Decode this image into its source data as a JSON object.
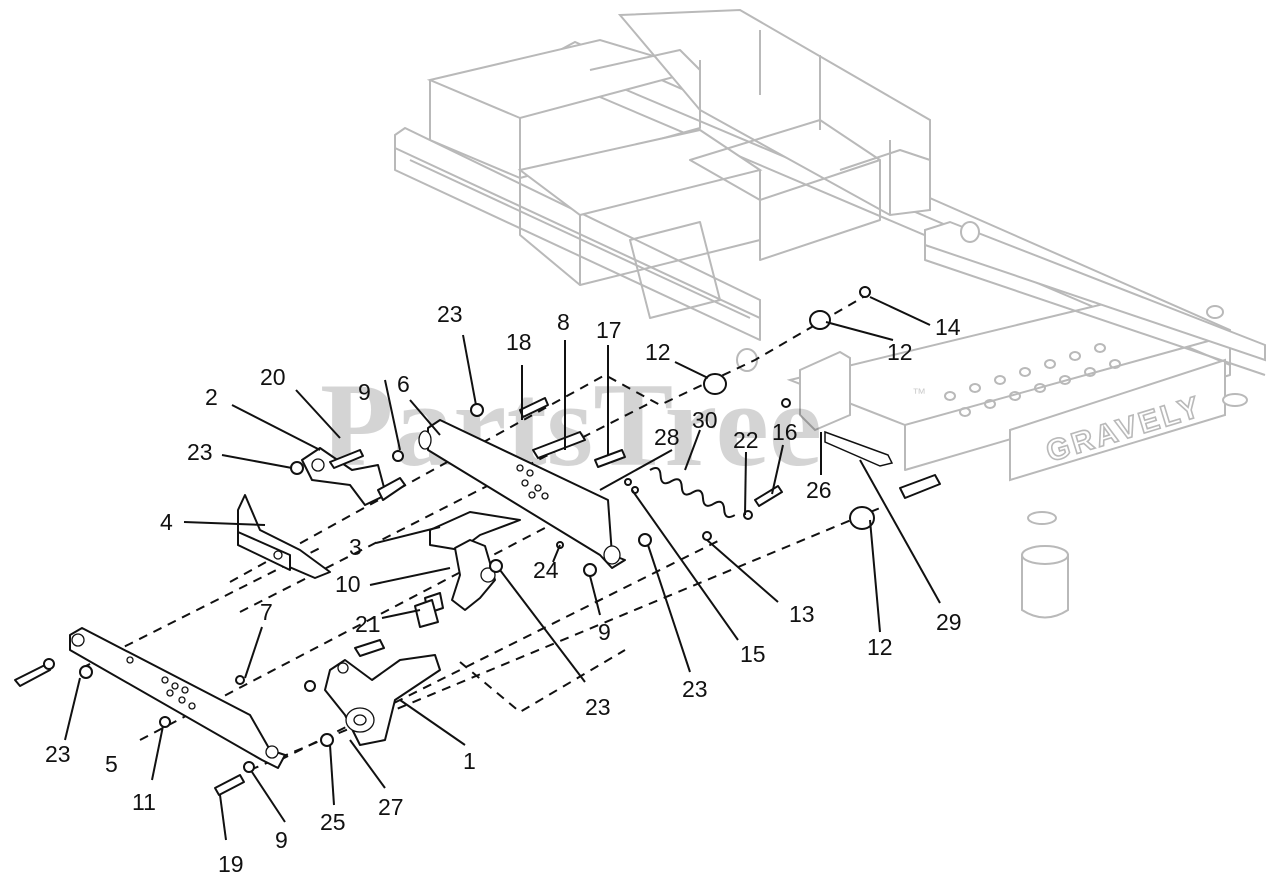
{
  "watermark": {
    "text": "PartsTree",
    "trademark": "™"
  },
  "frame_brand": "GRAVELY",
  "callouts": [
    {
      "label": "23"
    },
    {
      "label": "18"
    },
    {
      "label": "8"
    },
    {
      "label": "17"
    },
    {
      "label": "12"
    },
    {
      "label": "14"
    },
    {
      "label": "12"
    },
    {
      "label": "20"
    },
    {
      "label": "9"
    },
    {
      "label": "6"
    },
    {
      "label": "2"
    },
    {
      "label": "28"
    },
    {
      "label": "30"
    },
    {
      "label": "22"
    },
    {
      "label": "16"
    },
    {
      "label": "23"
    },
    {
      "label": "26"
    },
    {
      "label": "4"
    },
    {
      "label": "3"
    },
    {
      "label": "24"
    },
    {
      "label": "10"
    },
    {
      "label": "7"
    },
    {
      "label": "21"
    },
    {
      "label": "9"
    },
    {
      "label": "13"
    },
    {
      "label": "15"
    },
    {
      "label": "12"
    },
    {
      "label": "29"
    },
    {
      "label": "23"
    },
    {
      "label": "23"
    },
    {
      "label": "23"
    },
    {
      "label": "1"
    },
    {
      "label": "5"
    },
    {
      "label": "11"
    },
    {
      "label": "25"
    },
    {
      "label": "27"
    },
    {
      "label": "9"
    },
    {
      "label": "19"
    }
  ]
}
